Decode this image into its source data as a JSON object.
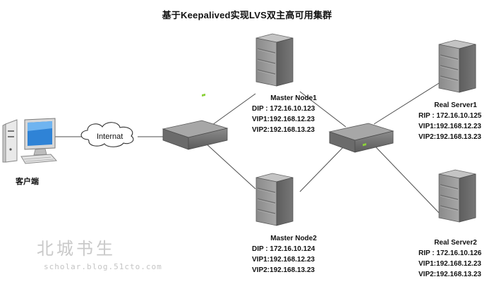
{
  "title": "基于Keepalived实现LVS双主高可用集群",
  "internet_label": "Internat",
  "client_label": "客户端",
  "master1": {
    "name": "Master Node1",
    "dip": "DIP : 172.16.10.123",
    "vip1": "VIP1:192.168.12.23",
    "vip2": "VIP2:192.168.13.23"
  },
  "master2": {
    "name": "Master Node2",
    "dip": "DIP : 172.16.10.124",
    "vip1": "VIP1:192.168.12.23",
    "vip2": "VIP2:192.168.13.23"
  },
  "real1": {
    "name": "Real Server1",
    "rip": "RIP : 172.16.10.125",
    "vip1": "VIP1:192.168.12.23",
    "vip2": "VIP2:192.168.13.23"
  },
  "real2": {
    "name": "Real Server2",
    "rip": "RIP : 172.16.10.126",
    "vip1": "VIP1:192.168.12.23",
    "vip2": "VIP2:192.168.13.23"
  },
  "watermark": {
    "text": "北城书生",
    "url": "scholar.blog.51cto.com"
  },
  "colors": {
    "server_body": "#8e8e8e",
    "switch_body": "#6f6f6f",
    "line": "#555555",
    "watermark": "#c9c9c9"
  }
}
